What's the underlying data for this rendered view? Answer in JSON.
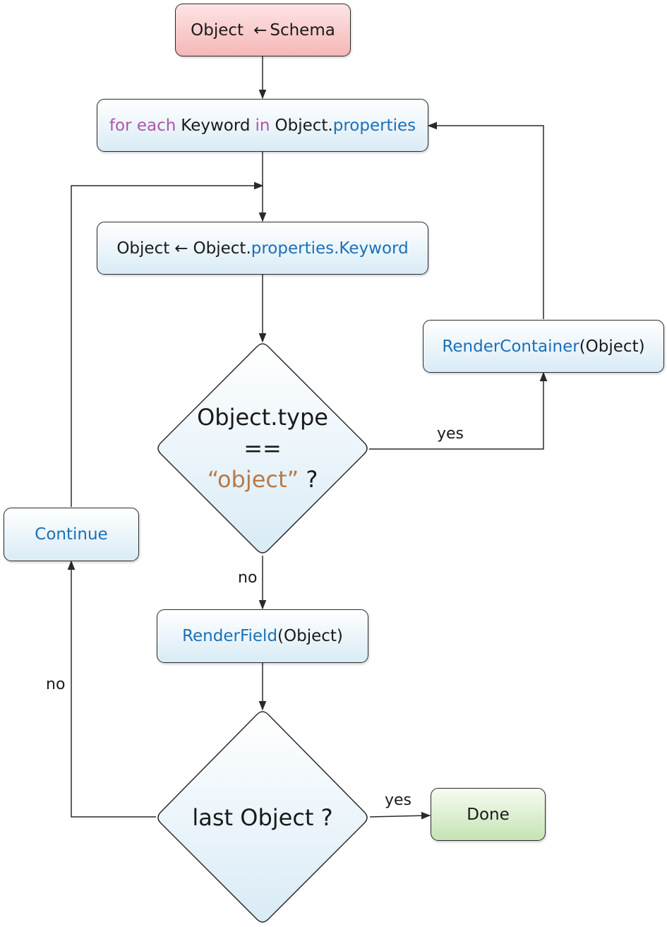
{
  "colors": {
    "keyword": "#b055a6",
    "property": "#1a70b8",
    "string": "#b8794a",
    "start_fill": "#f5b7b7",
    "process_fill": "#d9ebf6",
    "done_fill": "#c4e4b3"
  },
  "nodes": {
    "start": {
      "object": "Object",
      "arrow": "←",
      "schema": "Schema"
    },
    "loop": {
      "for_each": "for each",
      "keyword": "Keyword",
      "in": "in",
      "object": "Object.",
      "properties": "properties"
    },
    "assign": {
      "object": "Object",
      "arrow": "←",
      "object2": "Object.",
      "path": "properties.Keyword"
    },
    "type_check": {
      "line1": "Object.type",
      "line2": "==",
      "string": "“object”",
      "question": " ?"
    },
    "render_container": {
      "fn": "RenderContainer",
      "arg": "(Object)"
    },
    "render_field": {
      "fn": "RenderField",
      "arg": "(Object)"
    },
    "continue": {
      "label": "Continue"
    },
    "last_check": {
      "label": "last Object ?"
    },
    "done": {
      "label": "Done"
    }
  },
  "edges": {
    "type_yes": "yes",
    "type_no": "no",
    "last_yes": "yes",
    "last_no": "no"
  }
}
